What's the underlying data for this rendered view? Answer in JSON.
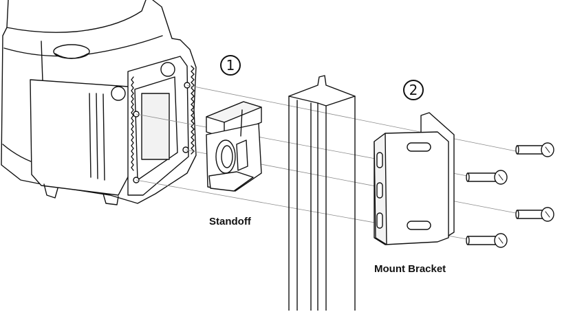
{
  "steps": {
    "one": "1",
    "two": "2"
  },
  "labels": {
    "standoff": "Standoff",
    "mount_bracket": "Mount Bracket"
  },
  "colors": {
    "line": "#111111",
    "guide": "#888888",
    "fill": "#ffffff",
    "shade": "#f2f2f2"
  }
}
